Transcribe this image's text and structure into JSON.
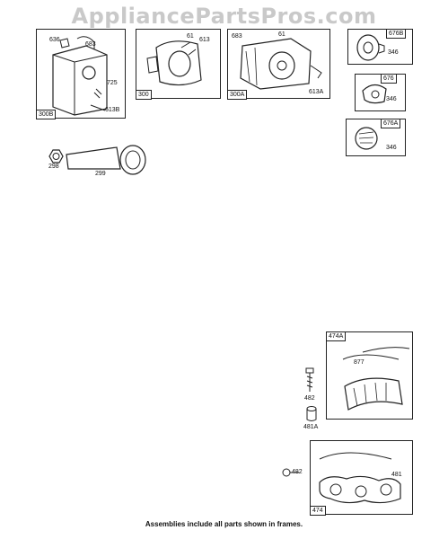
{
  "watermark": "AppliancePartsPros.com",
  "frames": {
    "f300b": "300B",
    "f300": "300",
    "f300a": "300A",
    "f676b": "676B",
    "f676": "676",
    "f676a": "676A",
    "f474a": "474A",
    "f474": "474"
  },
  "callouts": {
    "c636": "636",
    "c683_1": "683",
    "c725": "725",
    "c613b": "613B",
    "c61_1": "61",
    "c613": "613",
    "c683_2": "683",
    "c61_2": "61",
    "c613a": "613A",
    "c346_1": "346",
    "c346_2": "346",
    "c346_3": "346",
    "c298": "298",
    "c299": "299",
    "c877": "877",
    "c482_1": "482",
    "c481a": "481A",
    "c482_2": "482",
    "c481": "481"
  },
  "caption": "Assemblies include all parts shown in frames."
}
